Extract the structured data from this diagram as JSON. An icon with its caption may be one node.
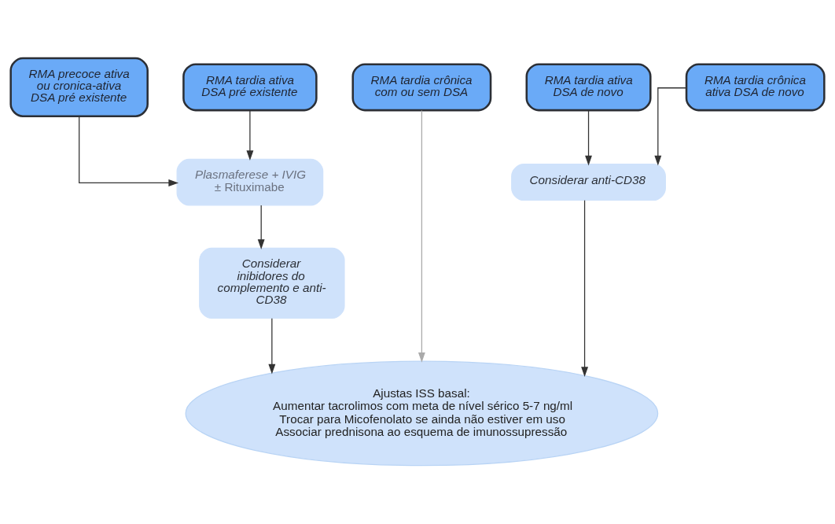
{
  "diagram": {
    "nodes": [
      {
        "text": [
          "RMA precoce ativa ou cronica-ativa DSA pré existente"
        ]
      },
      {
        "text": [
          "RMA tardia ativa DSA pré existente"
        ]
      },
      {
        "text": [
          "RMA tardia ativa DSA de novo"
        ]
      },
      {
        "text": [
          "RMA tardia crônica ativa DSA de novo"
        ]
      },
      {
        "text": [
          "RMA tardia crônica com ou sem DSA"
        ]
      },
      {
        "text": [
          "Plasmaferese + IVIG",
          "± Rituximabe"
        ]
      },
      {
        "text": [
          "Considerar inibidores do complemento e anti-CD38"
        ]
      },
      {
        "text": [
          "Considerar anti-CD38"
        ]
      },
      {
        "text": [
          "Ajustas ISS basal:",
          "Aumentar tacrolimos com meta de nível sérico 5-7 ng/ml",
          "Trocar para Micofenolato se ainda não estiver em uso",
          "Associar prednisona ao esquema de imunossupressão"
        ]
      }
    ],
    "edges": [
      {
        "from": 0,
        "to": 5,
        "arrow": "to"
      },
      {
        "from": 1,
        "to": 5,
        "arrow": "to"
      },
      {
        "from": 2,
        "to": 7,
        "arrow": "to"
      },
      {
        "from": 3,
        "to": 7,
        "arrow": "to"
      },
      {
        "from": 4,
        "to": 8,
        "arrow": "to",
        "color": "#aaaaaa"
      },
      {
        "from": 5,
        "to": 6,
        "arrow": "to"
      },
      {
        "from": 6,
        "to": 8,
        "arrow": "to"
      },
      {
        "from": 7,
        "to": 8,
        "arrow": "to"
      }
    ]
  }
}
